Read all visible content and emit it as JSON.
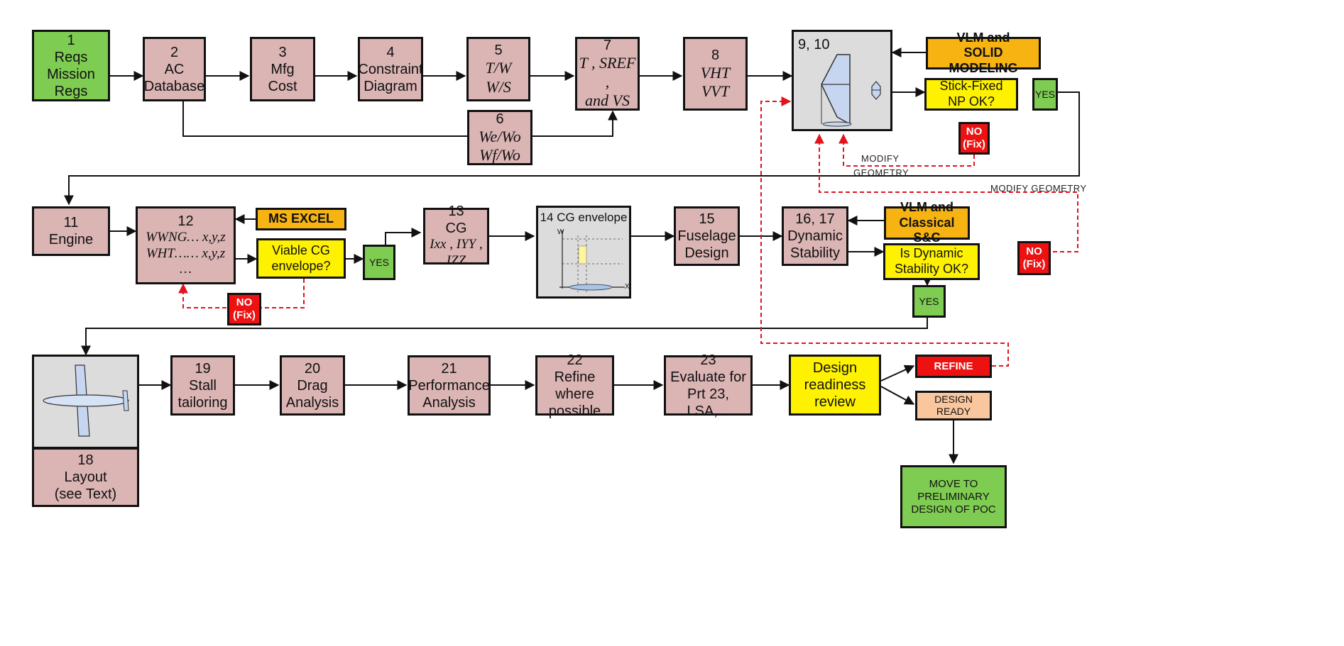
{
  "boxes": {
    "b1": {
      "num": "1",
      "l1": "Reqs",
      "l2": "Mission",
      "l3": "Regs"
    },
    "b2": {
      "num": "2",
      "l1": "AC",
      "l2": "Database"
    },
    "b3": {
      "num": "3",
      "l1": "Mfg",
      "l2": "Cost"
    },
    "b4": {
      "num": "4",
      "l1": "Constraint",
      "l2": "Diagram"
    },
    "b5": {
      "num": "5",
      "l1": "T/W",
      "l2": "W/S"
    },
    "b6": {
      "num": "6",
      "l1": "We/Wo",
      "l2": "Wf/Wo"
    },
    "b7": {
      "num": "7",
      "l1": "T , SREF ,",
      "l2": "and VS"
    },
    "b8": {
      "num": "8",
      "l1": "VHT",
      "l2": "VVT"
    },
    "b9": {
      "num": "9, 10"
    },
    "vlm_solid": {
      "l1": "VLM and",
      "l2": "SOLID MODELING"
    },
    "stick_fixed": {
      "l1": "Stick-Fixed",
      "l2": "NP OK?"
    },
    "yes_np": {
      "l1": "YES"
    },
    "no_np": {
      "l1": "NO",
      "l2": "(Fix)"
    },
    "b11": {
      "num": "11",
      "l1": "Engine"
    },
    "b12": {
      "num": "12",
      "l1": "WWNG… x,y,z",
      "l2": "WHT…… x,y,z",
      "l3": "…"
    },
    "ms_excel": {
      "l1": "MS EXCEL"
    },
    "viable_cg": {
      "l1": "Viable CG",
      "l2": "envelope?"
    },
    "yes_cg": {
      "l1": "YES"
    },
    "no_cg": {
      "l1": "NO",
      "l2": "(Fix)"
    },
    "b13": {
      "num": "13",
      "l1": "CG",
      "l2": "Ixx , IYY , IZZ"
    },
    "b14": {
      "title": "14 CG envelope",
      "axis_w": "W",
      "axis_x": "X"
    },
    "b15": {
      "num": "15",
      "l1": "Fuselage",
      "l2": "Design"
    },
    "b16": {
      "num": "16, 17",
      "l1": "Dynamic",
      "l2": "Stability"
    },
    "vlm_classical": {
      "l1": "VLM and",
      "l2": "Classical S&C"
    },
    "dyn_ok": {
      "l1": "Is Dynamic",
      "l2": "Stability OK?"
    },
    "no_dyn": {
      "l1": "NO",
      "l2": "(Fix)"
    },
    "yes_dyn": {
      "l1": "YES"
    },
    "b18": {
      "num": "18",
      "l1": "Layout",
      "l2": "(see Text)"
    },
    "b19": {
      "num": "19",
      "l1": "Stall",
      "l2": "tailoring"
    },
    "b20": {
      "num": "20",
      "l1": "Drag",
      "l2": "Analysis"
    },
    "b21": {
      "num": "21",
      "l1": "Performance",
      "l2": "Analysis"
    },
    "b22": {
      "num": "22",
      "l1": "Refine where",
      "l2": "possible"
    },
    "b23": {
      "num": "23",
      "l1": "Evaluate for",
      "l2": "Prt 23, LSA,..."
    },
    "readiness": {
      "l1": "Design",
      "l2": "readiness",
      "l3": "review"
    },
    "refine": {
      "l1": "REFINE"
    },
    "ready": {
      "l1": "DESIGN",
      "l2": "READY"
    },
    "move": {
      "l1": "MOVE TO",
      "l2": "PRELIMINARY",
      "l3": "DESIGN OF POC"
    }
  },
  "labels": {
    "modify1_a": "MODIFY",
    "modify1_b": "GEOMETRY",
    "modify2": "MODIFY GEOMETRY"
  },
  "colors": {
    "process": "#dbb4b4",
    "start_end": "#7fcc52",
    "decision": "#fff200",
    "tool": "#f7b312",
    "fail": "#ee1111",
    "ready": "#f9c69d",
    "feedback_line": "#e0141e"
  }
}
